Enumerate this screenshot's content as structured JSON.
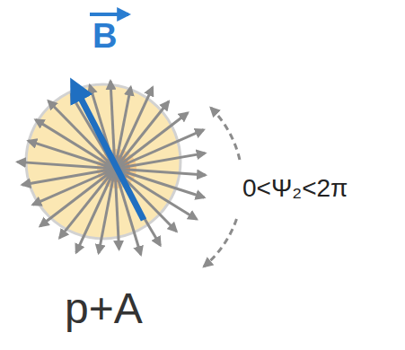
{
  "diagram": {
    "labels": [
      "B",
      "0<Ψ₂<2π",
      "p+A"
    ]
  }
}
